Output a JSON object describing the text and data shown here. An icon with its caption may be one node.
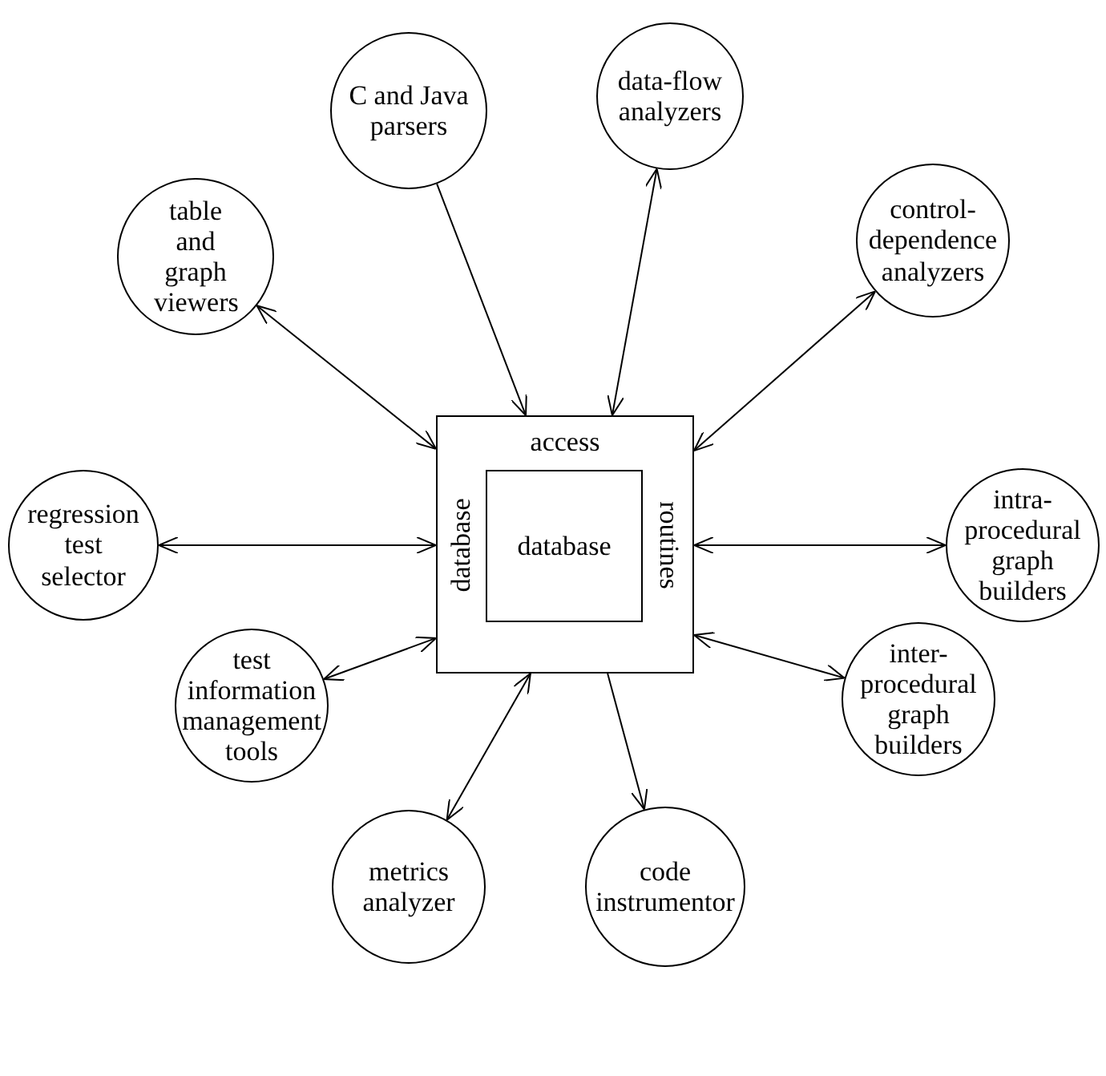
{
  "diagram": {
    "nodes": [
      {
        "text": [
          "access",
          "database",
          "routines"
        ]
      },
      {
        "text": [
          "database"
        ],
        "in": 0
      },
      {
        "text": [
          "C and Java parsers"
        ]
      },
      {
        "text": [
          "data-flow analyzers"
        ]
      },
      {
        "text": [
          "table and graph viewers"
        ]
      },
      {
        "text": [
          "control- dependence analyzers"
        ]
      },
      {
        "text": [
          "regression test selector"
        ]
      },
      {
        "text": [
          "intra- procedural graph builders"
        ]
      },
      {
        "text": [
          "test information management tools"
        ]
      },
      {
        "text": [
          "inter- procedural graph builders"
        ]
      },
      {
        "text": [
          "metrics analyzer"
        ]
      },
      {
        "text": [
          "code instrumentor"
        ]
      }
    ],
    "edges": [
      {
        "from": 2,
        "to": 0,
        "arrow": "to"
      },
      {
        "from": 3,
        "to": 0,
        "arrow": "both"
      },
      {
        "from": 4,
        "to": 0,
        "arrow": "both"
      },
      {
        "from": 5,
        "to": 0,
        "arrow": "both"
      },
      {
        "from": 6,
        "to": 0,
        "arrow": "both"
      },
      {
        "from": 7,
        "to": 0,
        "arrow": "both"
      },
      {
        "from": 8,
        "to": 0,
        "arrow": "both"
      },
      {
        "from": 9,
        "to": 0,
        "arrow": "both"
      },
      {
        "from": 10,
        "to": 0,
        "arrow": "both"
      },
      {
        "from": 0,
        "to": 11,
        "arrow": "to"
      }
    ]
  }
}
